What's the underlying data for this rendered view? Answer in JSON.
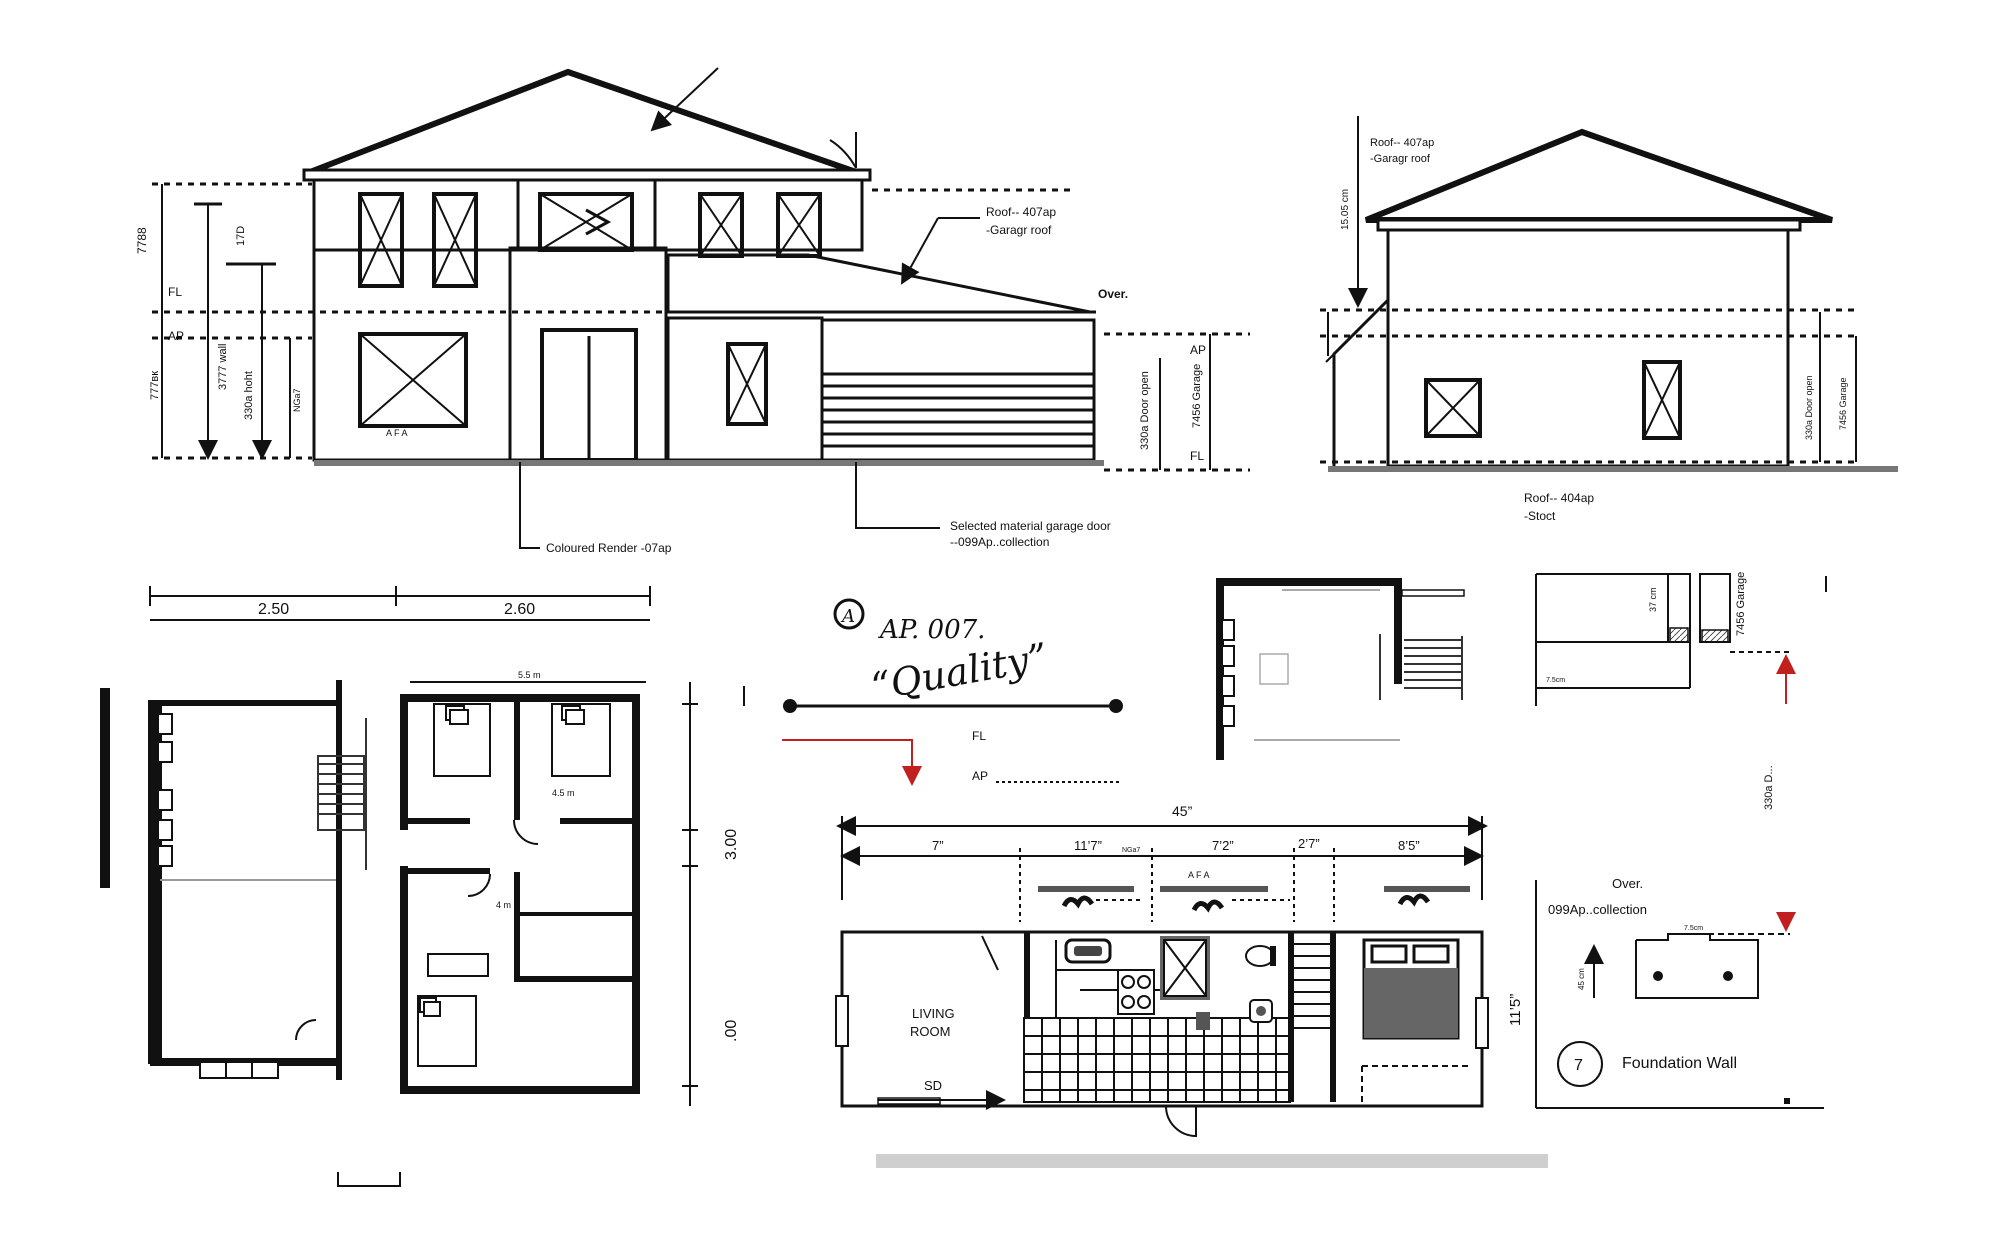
{
  "front_elevation": {
    "roof_note_line1": "Roof-- 407ap",
    "roof_note_line2": "-Garagr roof",
    "over": "Over.",
    "dim_7788": "7788",
    "fl": "FL",
    "ap": "AP",
    "dim_7774": "777вк",
    "dim_17d": "17D",
    "dim_3777": "3777  wall",
    "dim_330a": "330a  hoht",
    "nga7": "NGa7",
    "afa": "A    F    A",
    "door_open": "330a  Door open",
    "garage_dim": "7456 Garage",
    "ap_right": "AP",
    "fl_right": "FL",
    "render_note": "Coloured Render -07ap",
    "garage_door_note_1": "Selected material garage door",
    "garage_door_note_2": "--099Ap..collection"
  },
  "side_elevation": {
    "roof_note_line1": "Roof-- 407ap",
    "roof_note_line2": "-Garagr roof",
    "dim_1505": "15.05 cm",
    "door_open": "330a  Door open",
    "garage_dim": "7456 Garage",
    "bottom_note_1": "Roof-- 404ap",
    "bottom_note_2": "-Stoct"
  },
  "floor_plan_1": {
    "dim_left": "2.50",
    "dim_right": "2.60",
    "dim_55": "5.5 m",
    "dim_45": "4.5 m",
    "dim_4m": "4 m",
    "dim_300": "3.00",
    "dim_00": ".00"
  },
  "annotation": {
    "circle_letter": "A",
    "code": "AP. 007.",
    "quality": "“Quality”",
    "fl": "FL",
    "ap": "AP"
  },
  "partial_plan": {
    "dim_37": "37 cm",
    "garage_dim": "7456 Garage",
    "dim_75": "7.5cm",
    "door_cut": "330a D..."
  },
  "floor_plan_2": {
    "overall": "45”",
    "seg1": "7”",
    "seg2": "11’7”",
    "seg2_sub": "NGa7",
    "seg3": "7’2”",
    "seg4": "2’7”",
    "seg5": "8’5”",
    "afa": "A    F    A",
    "living_1": "LIVING",
    "living_2": "ROOM",
    "sd": "SD",
    "height": "11’5”"
  },
  "foundation": {
    "over": "Over.",
    "collection": "099Ap..collection",
    "dim_45": "45 cm",
    "dim_75": "7.5cm",
    "number": "7",
    "label": "Foundation Wall"
  }
}
